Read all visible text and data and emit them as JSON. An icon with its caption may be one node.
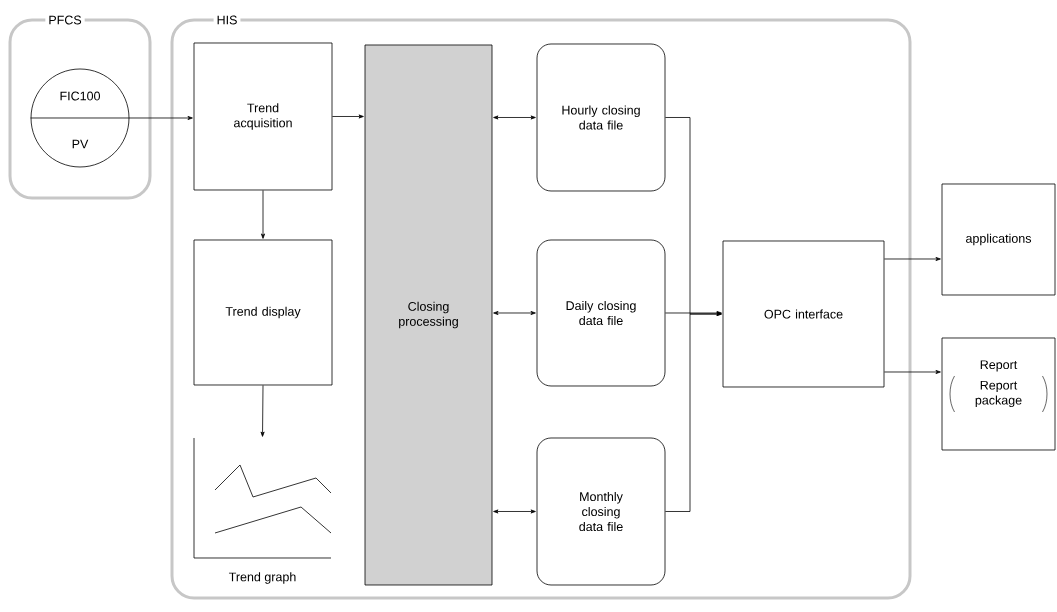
{
  "diagram": {
    "nodes": [
      {
        "text": [
          "PFCS"
        ]
      },
      {
        "text": [
          "FIC100",
          "PV"
        ],
        "in": 0
      },
      {
        "text": [
          "HIS"
        ]
      },
      {
        "text": [
          "Trend acquisition"
        ],
        "in": 2
      },
      {
        "text": [
          "Trend display"
        ],
        "in": 2
      },
      {
        "text": [
          "Trend graph"
        ],
        "in": 2
      },
      {
        "text": [
          "Closing processing"
        ],
        "in": 2
      },
      {
        "text": [
          "Hourly closing data file"
        ],
        "in": 2
      },
      {
        "text": [
          "Daily closing data file"
        ],
        "in": 2
      },
      {
        "text": [
          "Monthly closing data file"
        ],
        "in": 2
      },
      {
        "text": [
          "OPC interface"
        ],
        "in": 2
      },
      {
        "text": [
          "applications"
        ]
      },
      {
        "text": [
          "Report",
          "Report package"
        ]
      }
    ],
    "edges": [
      {
        "from": 1,
        "to": 3,
        "arrow": "to"
      },
      {
        "from": 3,
        "to": 6,
        "arrow": "to"
      },
      {
        "from": 3,
        "to": 4,
        "arrow": "to"
      },
      {
        "from": 4,
        "to": 5,
        "arrow": "to"
      },
      {
        "from": 6,
        "to": 7,
        "arrow": "both"
      },
      {
        "from": 6,
        "to": 8,
        "arrow": "both"
      },
      {
        "from": 6,
        "to": 9,
        "arrow": "both"
      },
      {
        "from": 7,
        "to": 10,
        "arrow": "to"
      },
      {
        "from": 8,
        "to": 10,
        "arrow": "to"
      },
      {
        "from": 9,
        "to": 10,
        "arrow": "to"
      },
      {
        "from": 10,
        "to": 11,
        "arrow": "to"
      },
      {
        "from": 10,
        "to": 12,
        "arrow": "to"
      }
    ]
  }
}
